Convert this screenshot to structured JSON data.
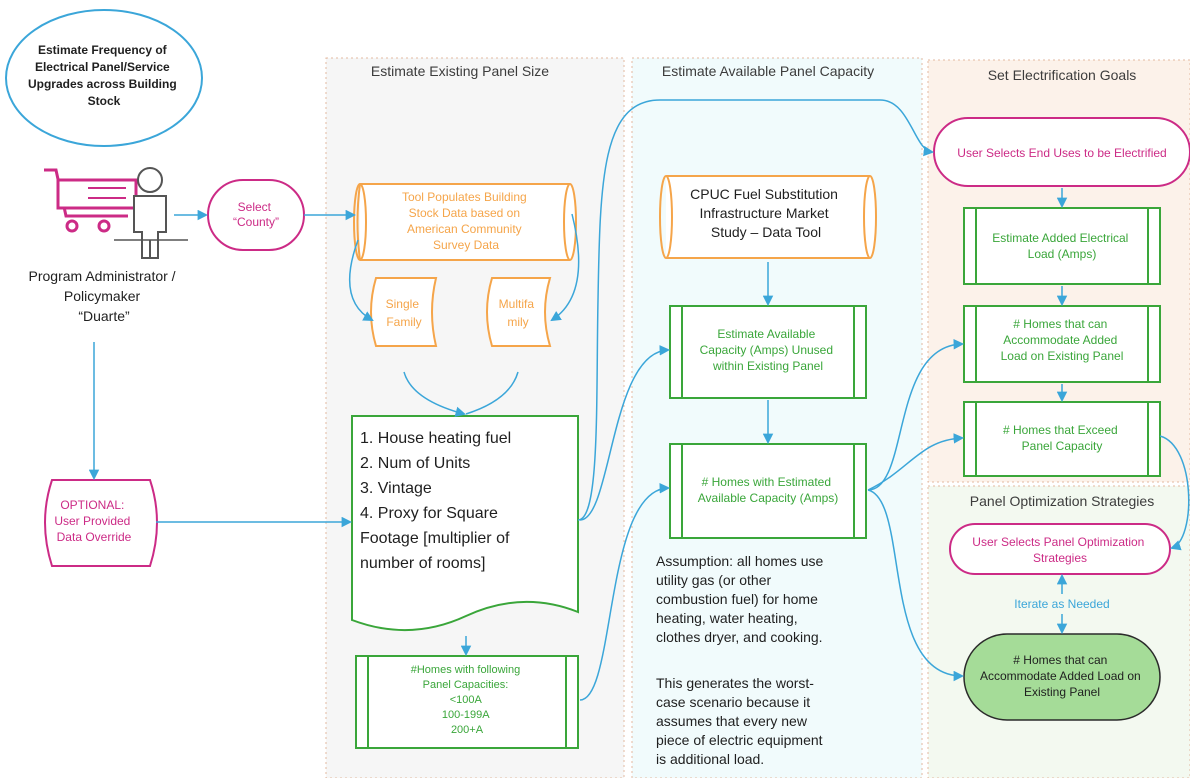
{
  "title": {
    "lines": [
      "Estimate Frequency of",
      "Electrical Panel/Service",
      "Upgrades across Building",
      "Stock"
    ]
  },
  "user": {
    "label_lines": [
      "Program Administrator /",
      "Policymaker",
      "“Duarte”"
    ]
  },
  "select_county": {
    "lines": [
      "Select",
      "“County”"
    ]
  },
  "optional_override": {
    "lines": [
      "OPTIONAL:",
      "User Provided",
      "Data Override"
    ]
  },
  "sections": {
    "existing_panel": "Estimate Existing Panel Size",
    "available_capacity": "Estimate Available Panel Capacity",
    "electrification_goals": "Set Electrification Goals",
    "optimization": "Panel Optimization Strategies"
  },
  "existing_panel": {
    "tool_populates": [
      "Tool Populates Building",
      "Stock Data based on",
      "American Community",
      "Survey Data"
    ],
    "single_family": [
      "Single",
      "Family"
    ],
    "multifamily": [
      "Multifa",
      "mily"
    ],
    "list_items": [
      "1. House heating fuel",
      "2. Num of Units",
      "3. Vintage",
      "4. Proxy for Square",
      "Footage [multiplier of",
      "number of rooms]"
    ],
    "homes_capacities": [
      "#Homes with following",
      "Panel Capacities:",
      "<100A",
      "100-199A",
      "200+A"
    ]
  },
  "available_capacity": {
    "cpuc_tool": [
      "CPUC Fuel Substitution",
      "Infrastructure Market",
      "Study – Data Tool"
    ],
    "estimate_available": [
      "Estimate Available",
      "Capacity (Amps) Unused",
      "within Existing Panel"
    ],
    "homes_estimated": [
      "# Homes with Estimated",
      "Available Capacity (Amps)"
    ],
    "assumption_lines": [
      "Assumption: all homes use",
      "utility gas (or other",
      "combustion fuel) for home",
      "heating, water heating,",
      "clothes dryer, and cooking."
    ],
    "worst_case_lines": [
      "This generates the worst-",
      "case scenario because it",
      "assumes that every new",
      "piece of electric equipment",
      "is additional load."
    ]
  },
  "electrification_goals": {
    "user_selects": "User Selects End Uses to be Electrified",
    "added_load": [
      "Estimate Added Electrical",
      "Load (Amps)"
    ],
    "homes_accommodate": [
      "# Homes that can",
      "Accommodate Added",
      "Load on Existing Panel"
    ],
    "homes_exceed": [
      "# Homes that Exceed",
      "Panel Capacity"
    ]
  },
  "optimization": {
    "user_selects": [
      "User Selects Panel Optimization",
      "Strategies"
    ],
    "iterate": "Iterate as Needed",
    "homes_result": [
      "# Homes that can",
      "Accommodate Added Load on",
      "Existing Panel"
    ]
  },
  "colors": {
    "orange": "#f5a54a",
    "green": "#3aa63a",
    "pink": "#cc2b86",
    "blue": "#3ba6d9",
    "result_fill": "#a5dc98",
    "panel_gray": "#f6f6f6",
    "panel_blue": "#f1fbfc",
    "panel_peach": "#fcf2ea",
    "panel_green": "#f3f9f0"
  },
  "icons": [
    "shopping-cart-icon",
    "person-icon"
  ]
}
